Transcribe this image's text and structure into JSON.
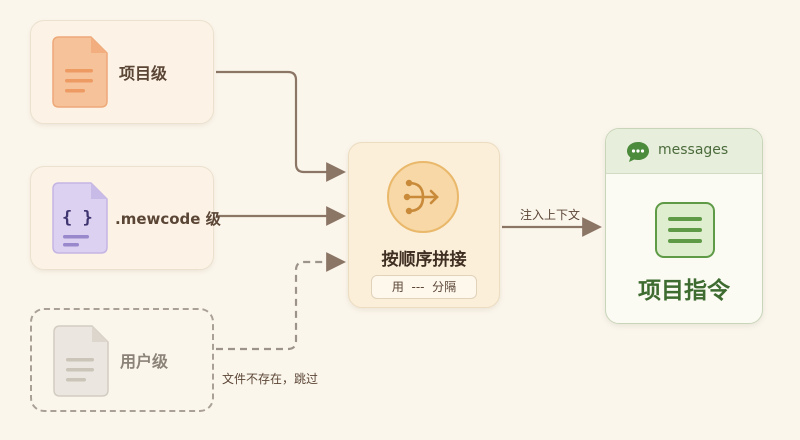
{
  "sources": [
    {
      "label": "项目级",
      "icon": "document-orange-icon"
    },
    {
      "label": ".mewcode 级",
      "icon": "code-document-icon",
      "glyph": "{ }"
    },
    {
      "label": "用户级",
      "icon": "document-gray-icon"
    }
  ],
  "merge": {
    "title": "按顺序拼接",
    "separator": "用  ---  分隔",
    "icon": "merge-arrows-icon"
  },
  "inject_label": "注入上下文",
  "skip_label": "文件不存在，跳过",
  "messages": {
    "header": "messages",
    "title": "项目指令",
    "icon": "chat-bubble-icon",
    "body_icon": "list-document-icon"
  },
  "colors": {
    "background": "#fbf6ec",
    "arrow": "#8b7565",
    "dashed": "#9c948a",
    "orange": "#f3b789",
    "purple": "#d7ccec",
    "green": "#4c8a3c"
  }
}
